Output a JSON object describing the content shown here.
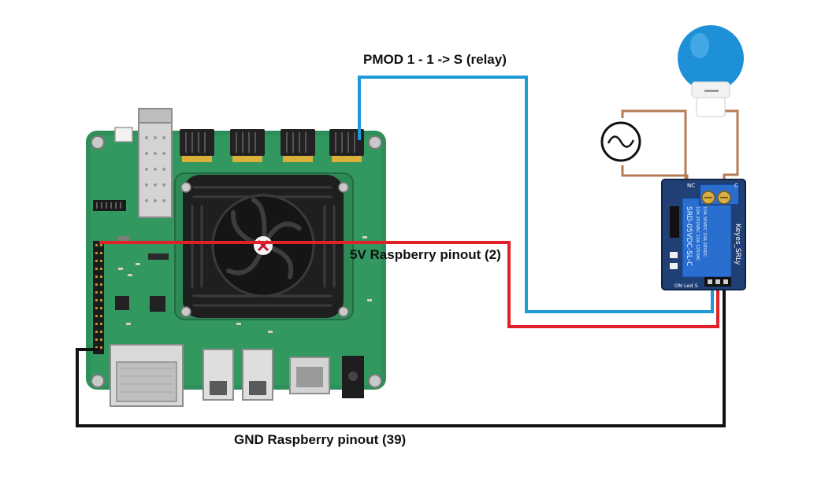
{
  "labels": {
    "pmod": "PMOD 1 - 1 -> S (relay)",
    "v5": "5V Raspberry pinout (2)",
    "gnd": "GND Raspberry pinout (39)"
  },
  "relay": {
    "model_text": "SRD-05VDC-SL-C",
    "brand_text": "Keyes_SRLy",
    "nc": "NC",
    "com": "C",
    "led_label": "ON  Led  S",
    "rating_1": "10A 250VAC  10A 125VAC",
    "rating_2": "10A 30VDC  10A 28VDC"
  },
  "colors": {
    "signal_wire": "#1e9ad6",
    "power_wire": "#e02128",
    "ground_wire": "#111111",
    "ac_wire": "#b57b55",
    "board": "#2f8f5b",
    "relay_board": "#1f4f8f",
    "relay_body": "#2a6fd0",
    "bulb": "#1e90d8"
  },
  "icons": {
    "fan": "cooling-fan-icon",
    "ac_source": "ac-source-icon",
    "bulb": "light-bulb-icon"
  }
}
